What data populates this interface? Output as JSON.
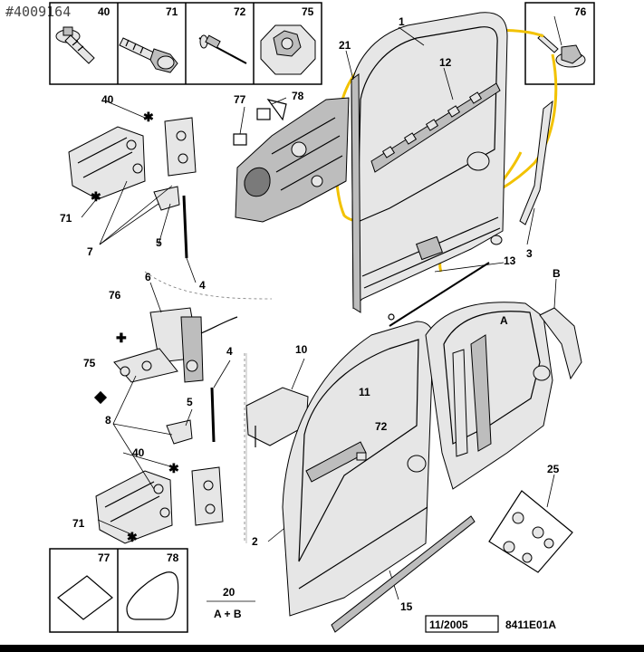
{
  "page_id": "#4009164",
  "top_boxes": [
    {
      "number": "40",
      "part": "flange-bolt"
    },
    {
      "number": "71",
      "part": "hex-bolt"
    },
    {
      "number": "72",
      "part": "rivet"
    },
    {
      "number": "75",
      "part": "cage-nut"
    },
    {
      "number": "76",
      "part": "flange-bolt-small"
    }
  ],
  "bottom_boxes": [
    {
      "number": "77",
      "part": "square-pad"
    },
    {
      "number": "78",
      "part": "triangle-pad"
    }
  ],
  "labels": {
    "l1": "1",
    "l2": "2",
    "l3": "3",
    "l4a": "4",
    "l4b": "4",
    "l5a": "5",
    "l5b": "5",
    "l6": "6",
    "l7": "7",
    "l8": "8",
    "l10": "10",
    "l11": "11",
    "l12": "12",
    "l13": "13",
    "l15": "15",
    "l21": "21",
    "l25": "25",
    "l40a": "40",
    "l40b": "40",
    "l71a": "71",
    "l71b": "71",
    "l72": "72",
    "l75": "75",
    "l76": "76",
    "l77": "77",
    "l78": "78",
    "lA": "A",
    "lB": "B"
  },
  "legend_number": "20",
  "legend_text": "A + B",
  "date_code": "11/2005",
  "drawing_ref": "8411E01A",
  "highlight_color": "#f2c200"
}
